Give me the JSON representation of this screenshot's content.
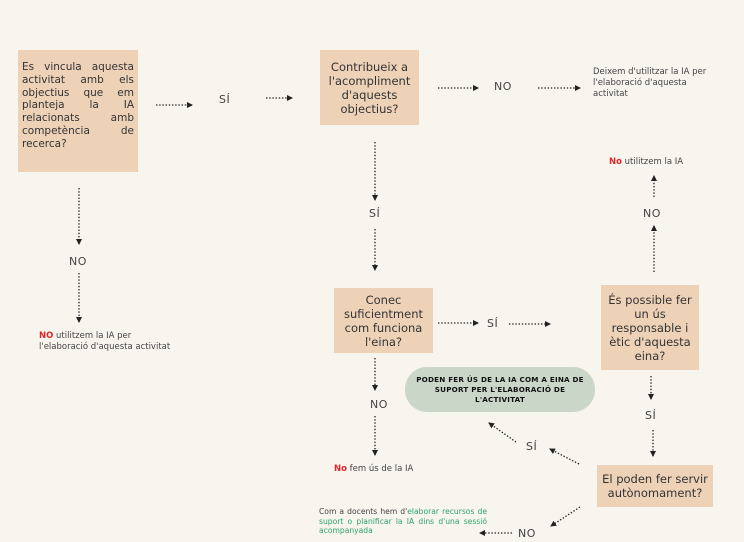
{
  "boxes": {
    "q1": "Es vincula aquesta activitat amb els objectius que em planteja la IA relacionats amb competència de recerca?",
    "q2": "Contribueix a l'acompliment d'aquests objectius?",
    "q3": "Conec suficientment com funciona l'eina?",
    "q4": "És possible fer un ús responsable i ètic d'aquesta eina?",
    "q5": "El poden fer servir autònomament?"
  },
  "labels": {
    "si_1": "SÍ",
    "no_1": "NO",
    "si_2": "SÍ",
    "no_2": "NO",
    "si_3": "SÍ",
    "no_3": "NO",
    "si_4": "SÍ",
    "no_4": "NO",
    "si_5": "SÍ",
    "no_5": "NO"
  },
  "outcomes": {
    "stop_use": "Deixem d'utilitzar la IA per l'elaboració d'aquesta activitat",
    "no_use_top_bold": "No",
    "no_use_top_rest": " utilitzem la IA",
    "no_use_left_bold": "NO",
    "no_use_left_rest": " utilitzem la IA per l'elaboració d'aquesta activitat",
    "no_use_tool_bold": "No",
    "no_use_tool_rest": " fem ús de la IA",
    "teachers_prefix": "Com a docents hem d'",
    "teachers_green": "elaborar recursos de suport o planificar la IA dins d'una sessió acompanyada",
    "can_use": "PODEN FER ÚS DE LA IA COM A EINA DE SUPORT PER L'ELABORACIÓ DE L'ACTIVITAT"
  },
  "colors": {
    "background": "#f8f4ee",
    "box": "#eed2b8",
    "pill": "#c9d6c8",
    "red": "#e0262b",
    "green": "#2ea36c"
  }
}
